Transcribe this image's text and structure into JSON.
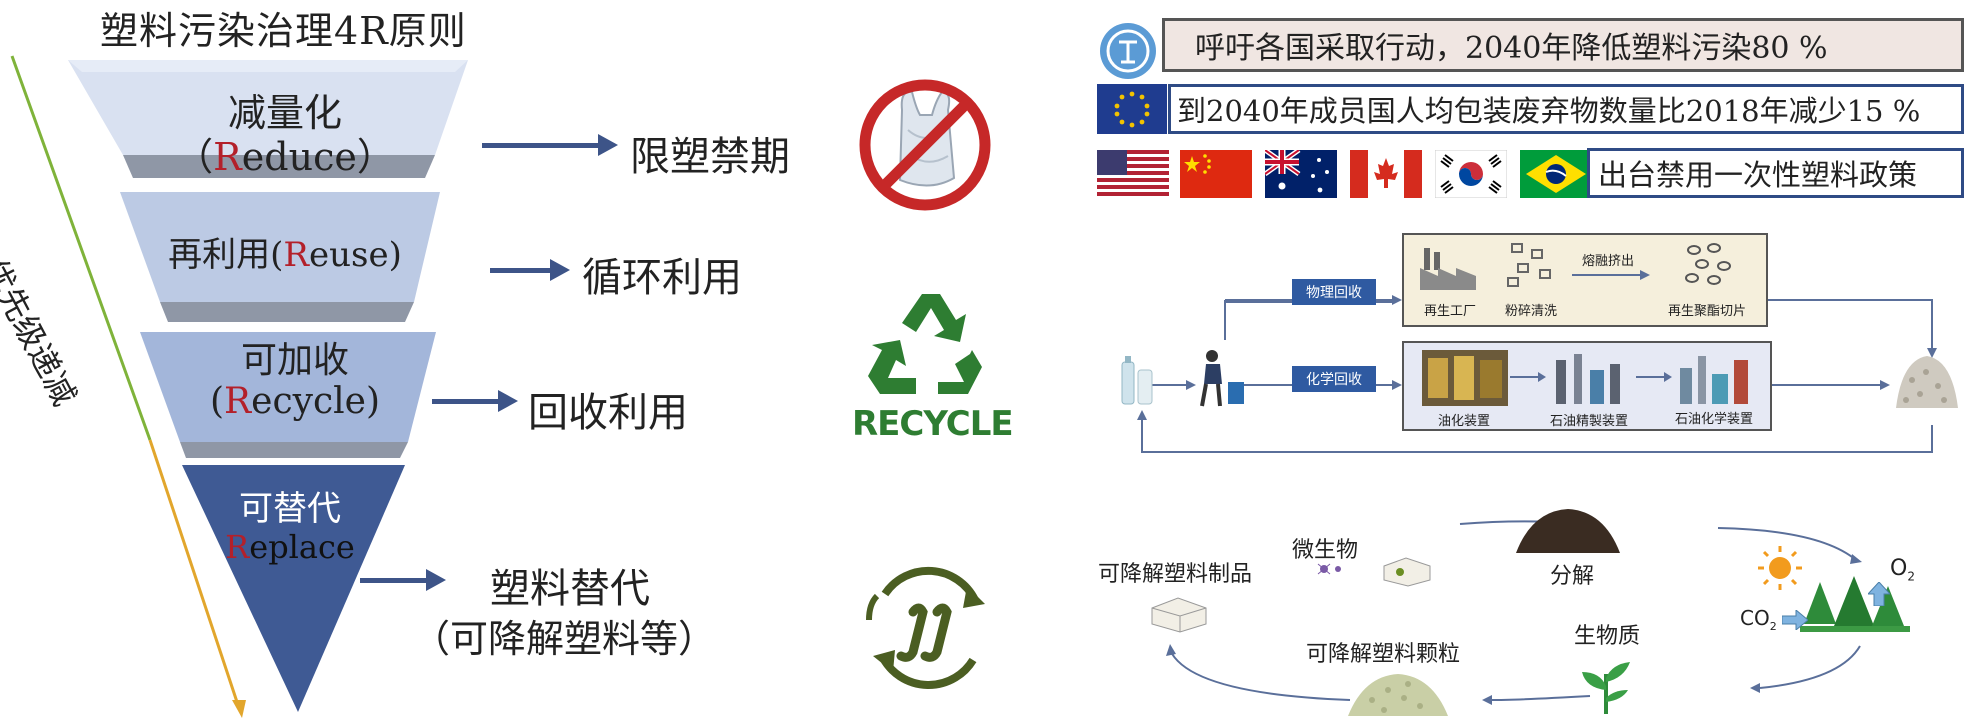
{
  "title": "塑料污染治理4R原则",
  "priority_label": "优先级递减",
  "tiers": [
    {
      "prefix": "减量化（",
      "initial": "R",
      "rest": "educe）",
      "action": "限塑禁期"
    },
    {
      "prefix": "再利用(",
      "initial": "R",
      "rest": "euse)",
      "action": "循环利用"
    },
    {
      "line1": "可加收",
      "prefix": "(",
      "initial": "R",
      "rest": "ecycle)",
      "action": "回收利用"
    },
    {
      "line1": "可替代",
      "initial": "R",
      "rest": "eplace",
      "action_line1": "塑料替代",
      "action_line2": "（可降解塑料等）"
    }
  ],
  "icons": {
    "no_plastic_bag": "no-plastic-bag-icon",
    "recycle": "recycle-icon",
    "biodegrade": "biodegradable-icon",
    "recycle_text": "RECYCLE"
  },
  "policies": {
    "un": "呼吁各国采取行动，2040年降低塑料污染80 %",
    "eu": "到2040年成员国人均包装废弃物数量比2018年减少15 %",
    "countries": "出台禁用一次性塑料政策",
    "flags": [
      "usa",
      "china",
      "australia",
      "canada",
      "south-korea",
      "brazil"
    ]
  },
  "recycling": {
    "physical_label": "物理回收",
    "chemical_label": "化学回收",
    "physical_steps": [
      "再生工厂",
      "粉碎清洗",
      "熔融挤出",
      "再生聚酯切片"
    ],
    "chemical_steps": [
      "油化装置",
      "石油精製装置",
      "石油化学装置"
    ]
  },
  "degradation": {
    "product": "可降解塑料制品",
    "microbe": "微生物",
    "decompose": "分解",
    "o2": "O",
    "o2_sub": "2",
    "co2": "CO",
    "co2_sub": "2",
    "biomass": "生物质",
    "pellets": "可降解塑料颗粒"
  },
  "colors": {
    "tier1": "#c7d3e9",
    "tier2": "#aebfdf",
    "tier3": "#9aaed4",
    "tier4": "#3f5a94",
    "arrow": "#3d5488",
    "accent_red": "#b3202a",
    "recycle_green": "#2e7d32"
  }
}
